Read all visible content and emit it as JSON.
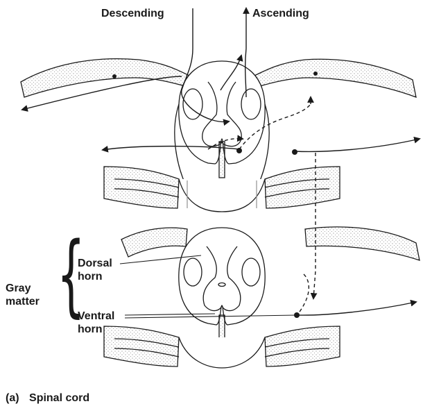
{
  "labels": {
    "descending": "Descending",
    "ascending": "Ascending",
    "dorsal_horn": [
      "Dorsal",
      "horn"
    ],
    "ventral_horn": [
      "Ventral",
      "horn"
    ],
    "gray_matter": [
      "Gray",
      "matter"
    ],
    "caption_tag": "(a)",
    "caption": "Spinal cord"
  },
  "colors": {
    "ink": "#1a1a1a",
    "paper": "#ffffff",
    "stipple": "#777777"
  }
}
